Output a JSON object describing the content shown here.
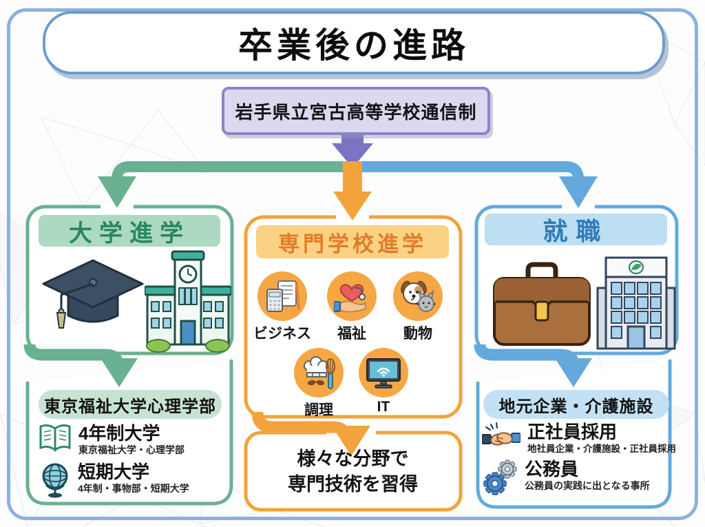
{
  "title": "卒業後の進路",
  "source_school": "岩手県立宮古高等学校通信制",
  "columns": {
    "university": {
      "header": "大学進学",
      "destination": "東京福祉大学心理学部",
      "items": [
        {
          "title": "4年制大学",
          "subtitle": "東京福祉大学・心理学部"
        },
        {
          "title": "短期大学",
          "subtitle": "4年制・事物部・短期大学"
        }
      ]
    },
    "vocational": {
      "header": "専門学校進学",
      "fields": [
        "ビジネス",
        "福祉",
        "動物",
        "調理",
        "IT"
      ],
      "summary_line1": "様々な分野で",
      "summary_line2": "専門技術を習得"
    },
    "employment": {
      "header": "就職",
      "destination": "地元企業・介護施設",
      "items": [
        {
          "title": "正社員採用",
          "subtitle": "地社員企業・介護施設・正社員採用"
        },
        {
          "title": "公務員",
          "subtitle": "公務員の実践に出となる事所"
        }
      ]
    }
  },
  "icons": {
    "university": [
      "graduation-cap-icon",
      "school-building-icon"
    ],
    "university_items": [
      "open-book-icon",
      "globe-icon"
    ],
    "vocational_fields": [
      "calculator-document-icon",
      "heart-in-hand-icon",
      "dog-cat-icon",
      "chef-hat-icon",
      "computer-wifi-icon"
    ],
    "employment": [
      "briefcase-icon",
      "office-building-icon"
    ],
    "employment_items": [
      "handshake-icon",
      "gears-icon"
    ]
  },
  "colors": {
    "outer_border": "#8cb2da",
    "purple": "#7b74c4",
    "green": "#6ab191",
    "orange": "#f2a33c",
    "blue": "#64a9dc",
    "green_text": "#27875f",
    "orange_text": "#e07c28",
    "blue_text": "#2f7cba"
  }
}
